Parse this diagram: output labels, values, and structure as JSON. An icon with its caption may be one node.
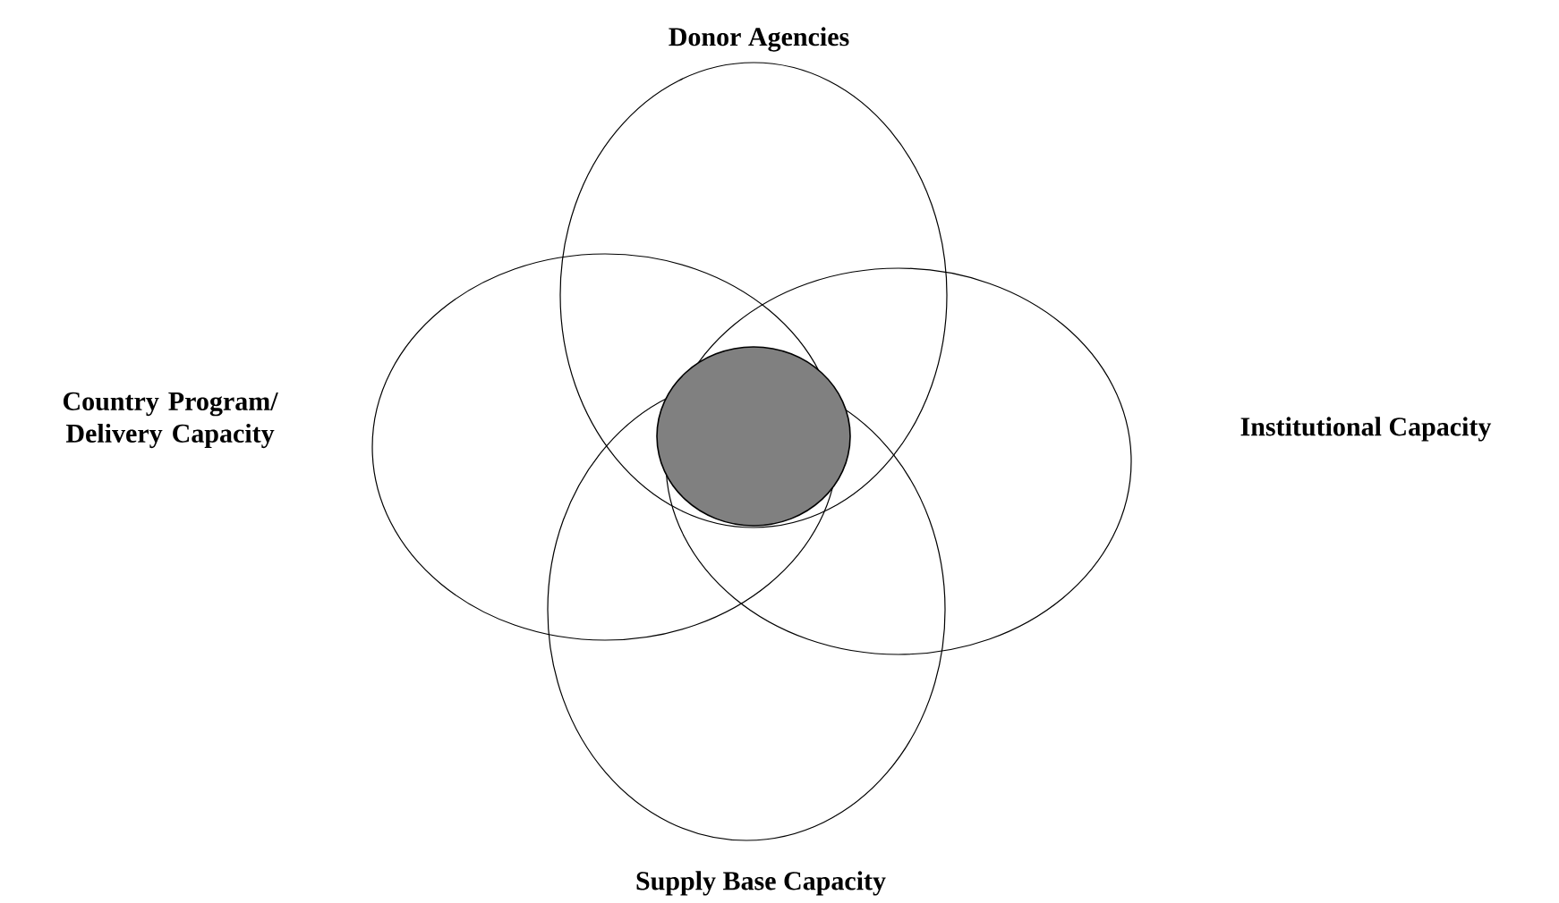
{
  "diagram": {
    "nodes": [
      {
        "text": [
          "Donor Agencies"
        ]
      },
      {
        "text": [
          "Country Program/ Delivery Capacity"
        ]
      },
      {
        "text": [
          "Institutional Capacity"
        ]
      },
      {
        "text": [
          "Supply Base Capacity"
        ]
      },
      {
        "text": [],
        "shape": "circle"
      }
    ]
  }
}
